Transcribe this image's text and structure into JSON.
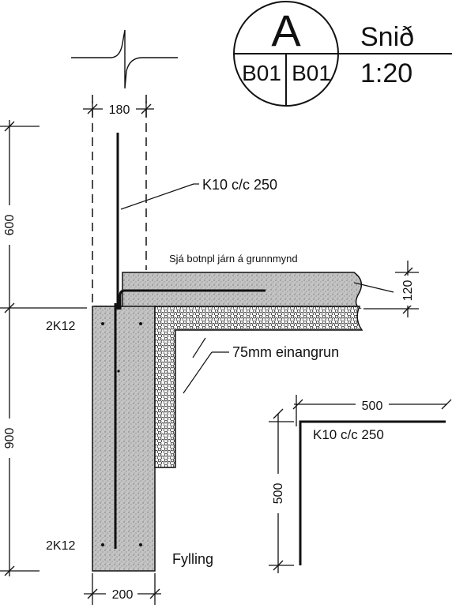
{
  "section_marker": {
    "letter": "A",
    "sheet_left": "B01",
    "sheet_right": "B01"
  },
  "section_title": "Snið",
  "scale": "1:20",
  "dimensions": {
    "wall_top_width": "180",
    "wall_base_width": "200",
    "upper_height": "600",
    "lower_height": "900",
    "slab_thickness": "120",
    "bar_leg_horizontal": "500",
    "bar_leg_vertical": "500"
  },
  "labels": {
    "rebar_wall": "K10 c/c 250",
    "slab_note": "Sjá botnpl járn á grunnmynd",
    "rebar_top": "2K12",
    "rebar_bottom": "2K12",
    "insulation": "75mm einangrun",
    "fill": "Fylling",
    "bent_bar": "K10 c/c 250"
  },
  "colors": {
    "ink": "#111111",
    "concrete": "#bdbdbd",
    "insulation_fill": "#ffffff"
  }
}
